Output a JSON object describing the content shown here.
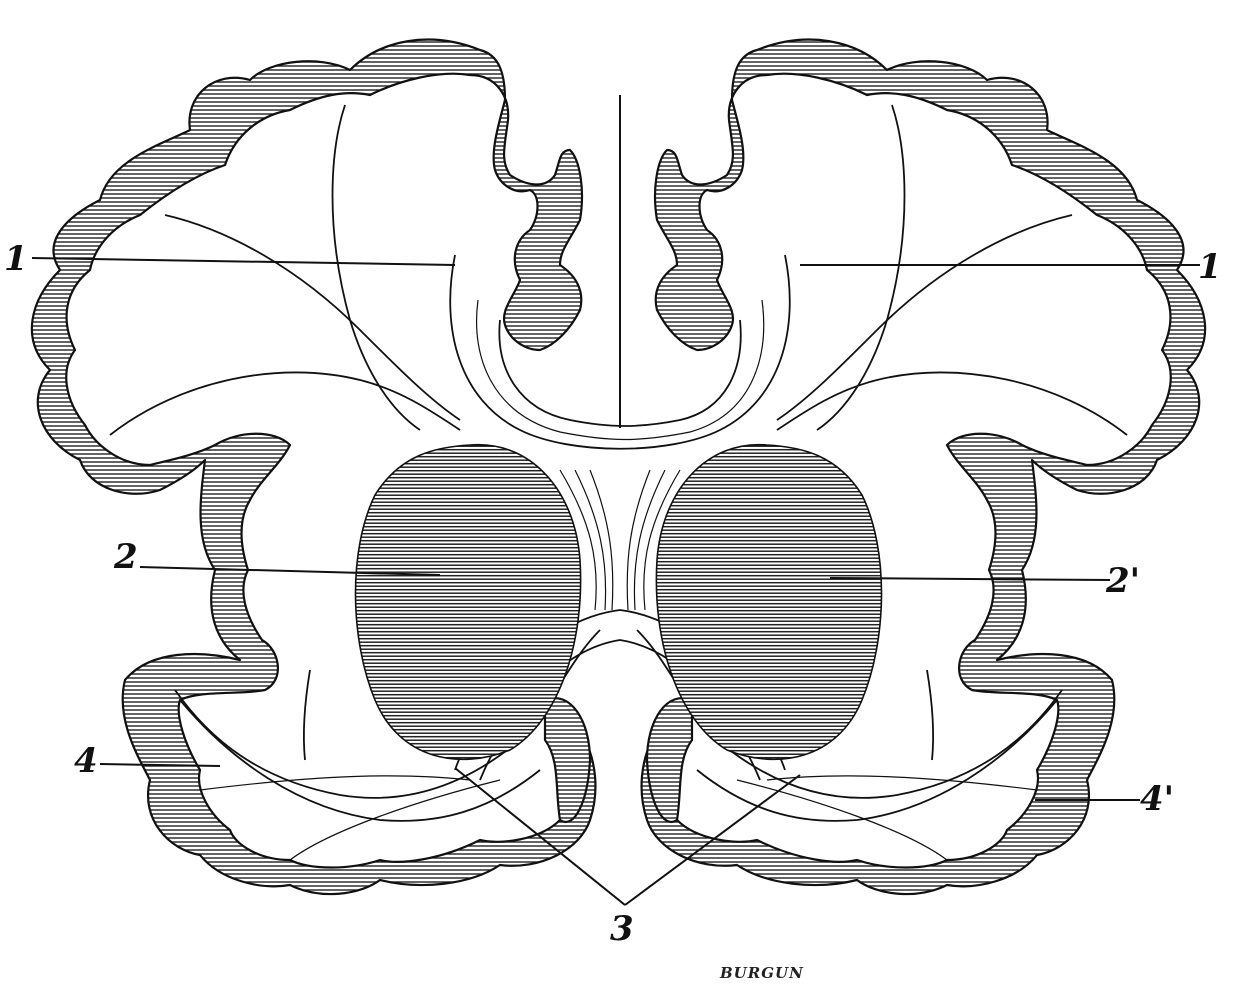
{
  "labels": {
    "upper_left": "1",
    "upper_right": "1",
    "middle_left": "2",
    "middle_right": "2'",
    "lower_left": "4",
    "lower_right": "4'",
    "bottom_center": "3"
  },
  "signature": "BURGUN",
  "colors": {
    "ink": "#111111",
    "paper": "#ffffff"
  }
}
